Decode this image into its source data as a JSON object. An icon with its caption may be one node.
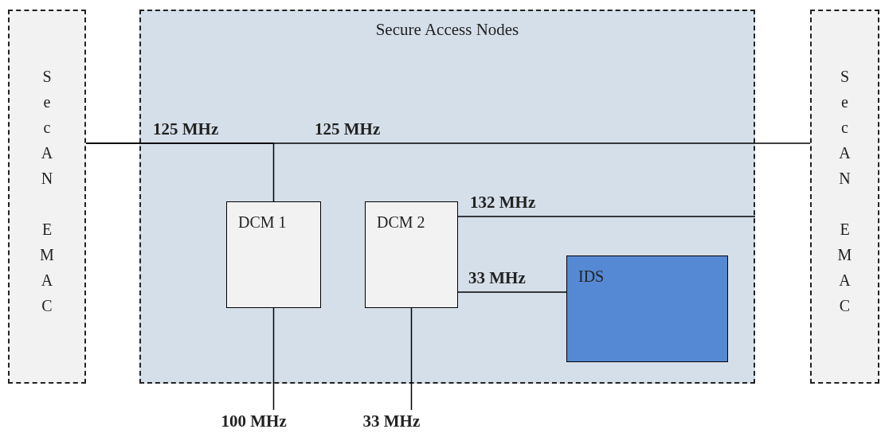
{
  "diagram": {
    "nodes": [
      {
        "text": [
          "Secure Access Nodes"
        ]
      },
      {
        "text": [
          "SecAN EMAC"
        ]
      },
      {
        "text": [
          "SecAN EMAC"
        ]
      },
      {
        "text": [
          "DCM 1"
        ],
        "in": 0
      },
      {
        "text": [
          "DCM 2"
        ],
        "in": 0
      },
      {
        "text": [
          "IDS"
        ],
        "in": 0
      }
    ],
    "edges": [
      {
        "from": 1,
        "to": 3,
        "arrow": "none",
        "label": "125 MHz"
      },
      {
        "from": 1,
        "to": 2,
        "arrow": "none",
        "label": "125 MHz"
      },
      {
        "from": 4,
        "to": 0,
        "arrow": "none",
        "label": "132 MHz"
      },
      {
        "from": 4,
        "to": 5,
        "arrow": "none",
        "label": "33 MHz"
      },
      {
        "from": 3,
        "to": null,
        "arrow": "none",
        "label": "100 MHz"
      },
      {
        "from": 4,
        "to": null,
        "arrow": "none",
        "label": "33 MHz"
      }
    ]
  }
}
